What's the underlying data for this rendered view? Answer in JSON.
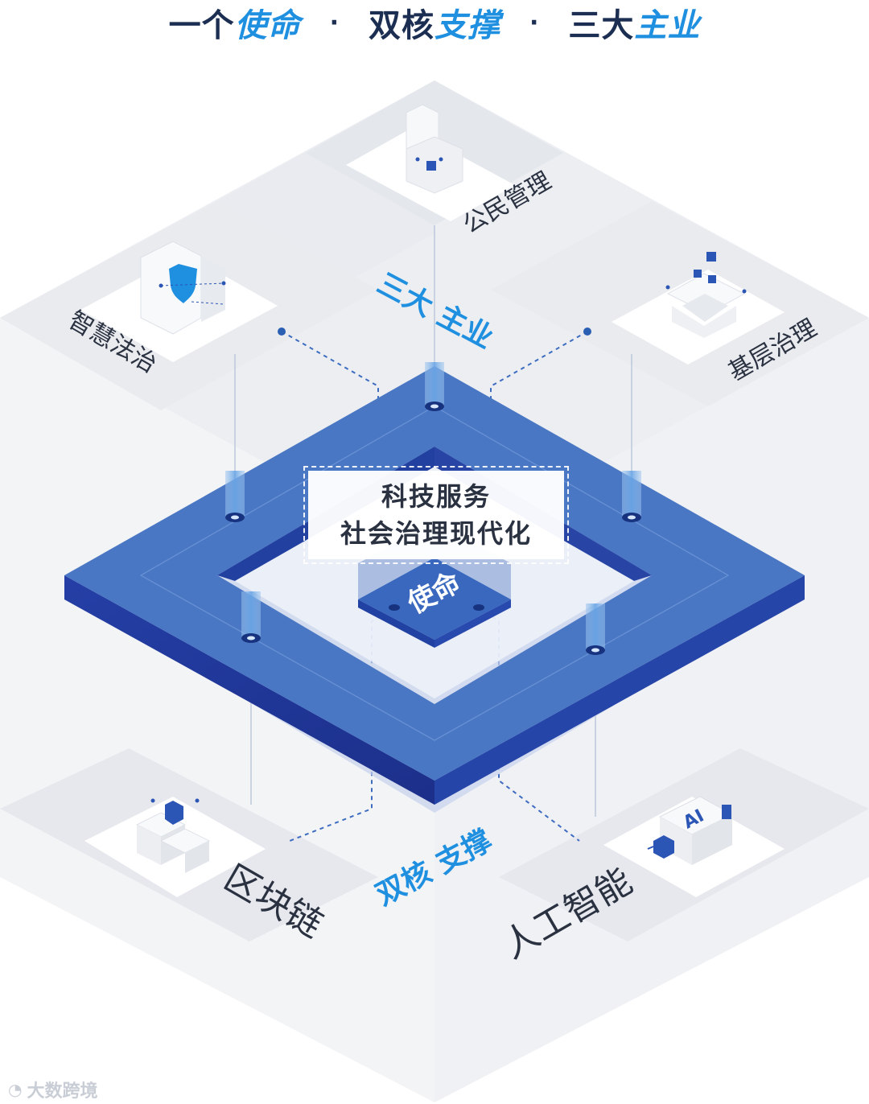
{
  "header": {
    "prefix1": "一个",
    "accent1": "使命",
    "separator": "·",
    "prefix2": "双核",
    "accent2": "支撑",
    "prefix3": "三大",
    "accent3": "主业"
  },
  "mission": {
    "core_label": "使命",
    "line1": "科技服务",
    "line2": "社会治理现代化"
  },
  "three_businesses": {
    "label": "三大 主业",
    "items": [
      {
        "label": "公民管理",
        "icon": "document-stack-icon"
      },
      {
        "label": "智慧法治",
        "icon": "shield-icon"
      },
      {
        "label": "基层治理",
        "icon": "funnel-blocks-icon"
      }
    ]
  },
  "dual_core": {
    "label": "双核 支撑",
    "items": [
      {
        "label": "区块链",
        "icon": "blockchain-cubes-icon"
      },
      {
        "label": "人工智能",
        "icon": "ai-chip-icon",
        "badge": "AI"
      }
    ]
  },
  "colors": {
    "accent": "#1f8fe0",
    "ring_top": "#4a77c4",
    "ring_side": "#1f3f9e",
    "dark_text": "#1c2f52",
    "panel": "#eef0f4"
  },
  "watermark": "大数跨境"
}
